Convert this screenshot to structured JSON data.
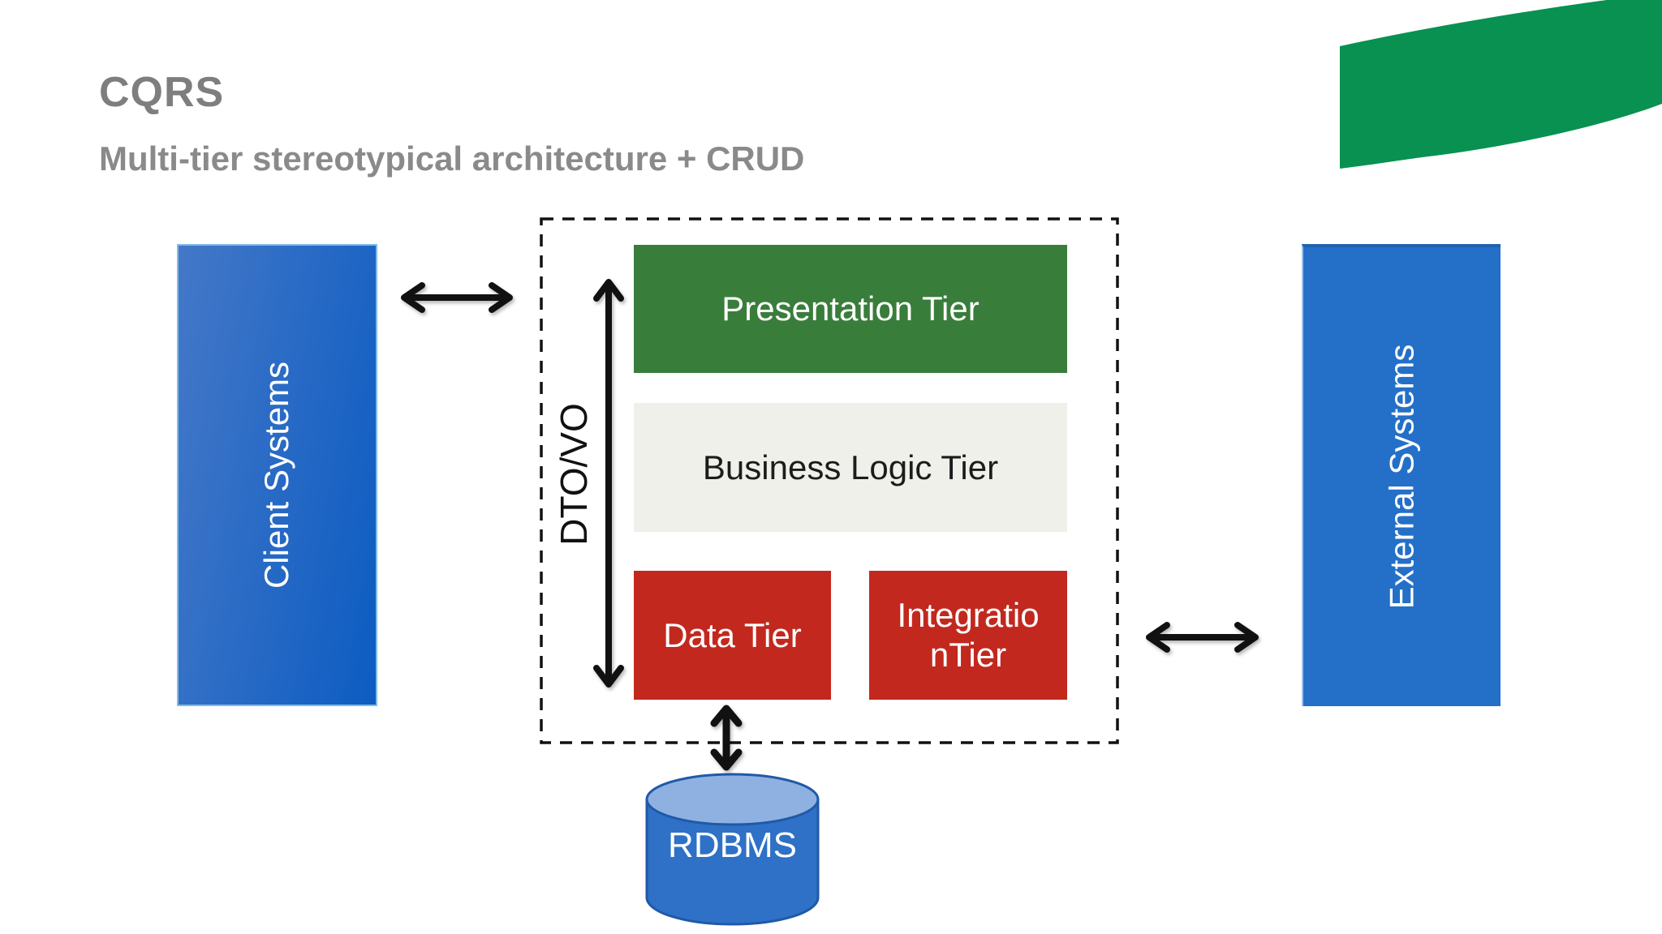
{
  "slide": {
    "title": "CQRS",
    "subtitle": "Multi-tier stereotypical architecture + CRUD"
  },
  "nodes": {
    "client": {
      "label": "Client Systems"
    },
    "external": {
      "label": "External Systems"
    },
    "presentation": {
      "label": "Presentation Tier"
    },
    "business": {
      "label": "Business Logic Tier"
    },
    "data": {
      "label": "Data Tier"
    },
    "integration": {
      "line1": "Integratio",
      "line2": "nTier"
    },
    "rdbms": {
      "label": "RDBMS"
    },
    "dto_vo": {
      "label": "DTO/VO"
    }
  },
  "icons": {
    "double_arrow": "↔",
    "brand_ribbon": "green-swoosh"
  },
  "colors": {
    "title_gray": "#7E7E7E",
    "subtitle_gray": "#8A8A8A",
    "ribbon_green": "#089150",
    "tier_green": "#397D3B",
    "tier_light": "#F0F0EA",
    "tier_red": "#C2281E",
    "client_blue_start": "#4478C8",
    "client_blue_end": "#0C5CC2",
    "external_blue": "#2470C8",
    "cylinder_blue": "#2E71C6",
    "cylinder_top_blue": "#8FB1E2",
    "cylinder_stroke": "#2059A8",
    "arrow_black": "#111111"
  }
}
